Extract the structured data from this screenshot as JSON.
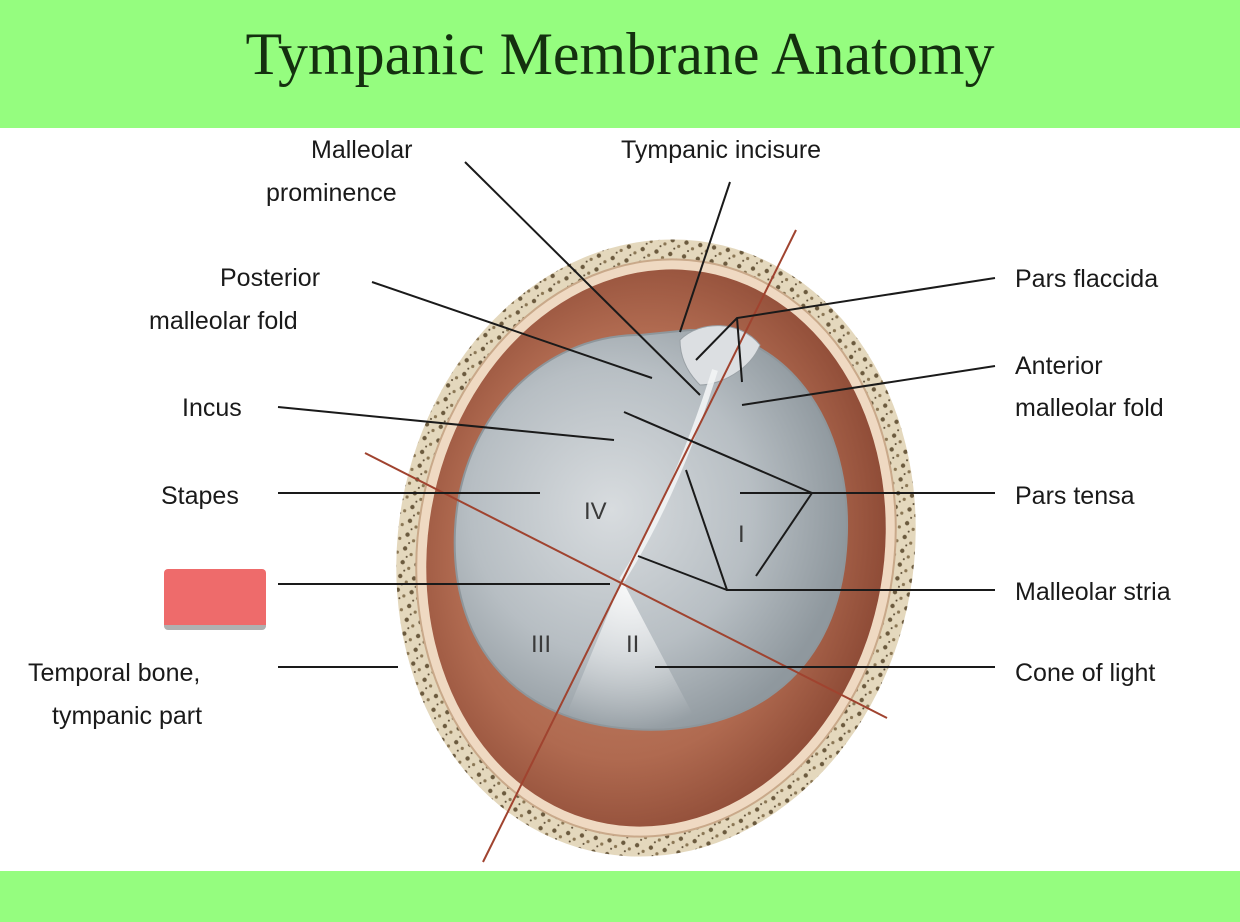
{
  "title": "Tympanic Membrane Anatomy",
  "labels": {
    "malleolar_prominence": [
      "Malleolar",
      "prominence"
    ],
    "tympanic_incisure": "Tympanic incisure",
    "posterior_malleolar_fold": [
      "Posterior",
      "malleolar fold"
    ],
    "pars_flaccida": "Pars flaccida",
    "anterior_malleolar_fold": [
      "Anterior",
      "malleolar fold"
    ],
    "incus": "Incus",
    "stapes": "Stapes",
    "pars_tensa": "Pars tensa",
    "malleolar_stria": "Malleolar stria",
    "temporal_bone": [
      "Temporal bone,",
      "tympanic part"
    ],
    "cone_of_light": "Cone of light"
  },
  "quadrants": [
    "I",
    "II",
    "III",
    "IV"
  ],
  "colors": {
    "header_bg": "#95fd7f",
    "hidden_label_box": "#ee6b6b",
    "quadrant_line": "#a0432f"
  }
}
